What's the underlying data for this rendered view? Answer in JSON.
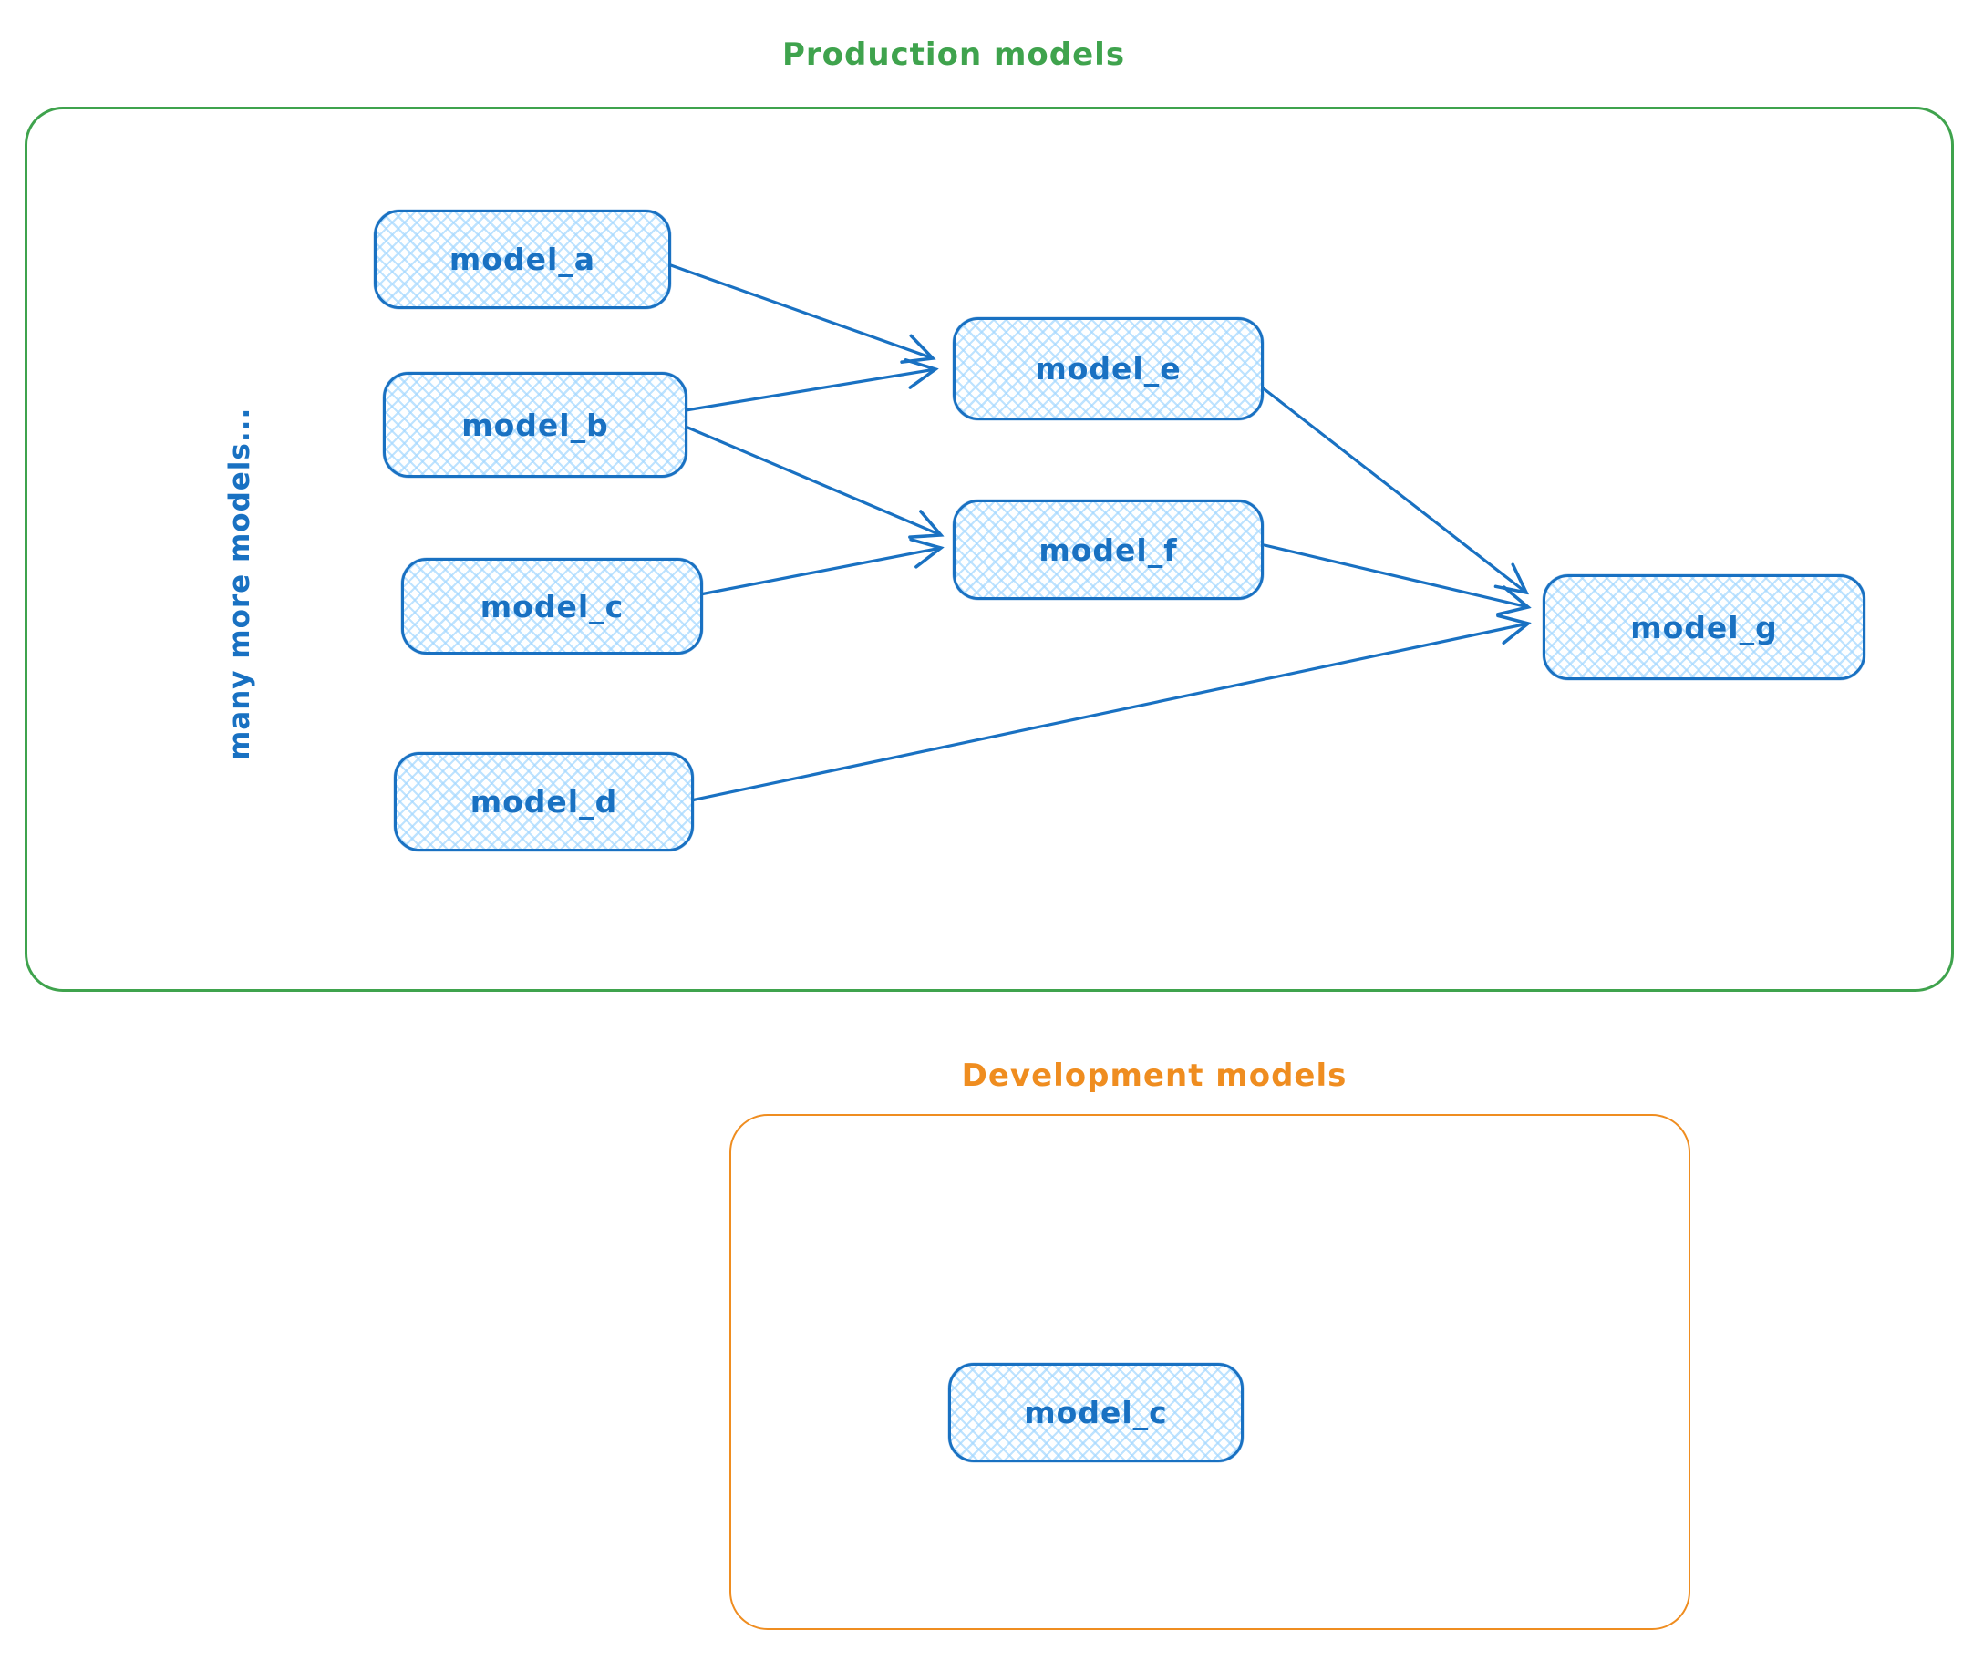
{
  "production": {
    "title": "Production models",
    "side_label": "many more models...",
    "nodes": [
      {
        "id": "model_a",
        "label": "model_a"
      },
      {
        "id": "model_b",
        "label": "model_b"
      },
      {
        "id": "model_c",
        "label": "model_c"
      },
      {
        "id": "model_d",
        "label": "model_d"
      },
      {
        "id": "model_e",
        "label": "model_e"
      },
      {
        "id": "model_f",
        "label": "model_f"
      },
      {
        "id": "model_g",
        "label": "model_g"
      }
    ],
    "edges": [
      {
        "from": "model_a",
        "to": "model_e"
      },
      {
        "from": "model_b",
        "to": "model_e"
      },
      {
        "from": "model_b",
        "to": "model_f"
      },
      {
        "from": "model_c",
        "to": "model_f"
      },
      {
        "from": "model_e",
        "to": "model_g"
      },
      {
        "from": "model_f",
        "to": "model_g"
      },
      {
        "from": "model_d",
        "to": "model_g"
      }
    ]
  },
  "development": {
    "title": "Development models",
    "nodes": [
      {
        "id": "model_c_dev",
        "label": "model_c"
      }
    ]
  },
  "colors": {
    "production_accent": "#3fa34d",
    "development_accent": "#ef8d20",
    "node_stroke": "#1971c2",
    "node_fill": "#a5d8ff"
  }
}
